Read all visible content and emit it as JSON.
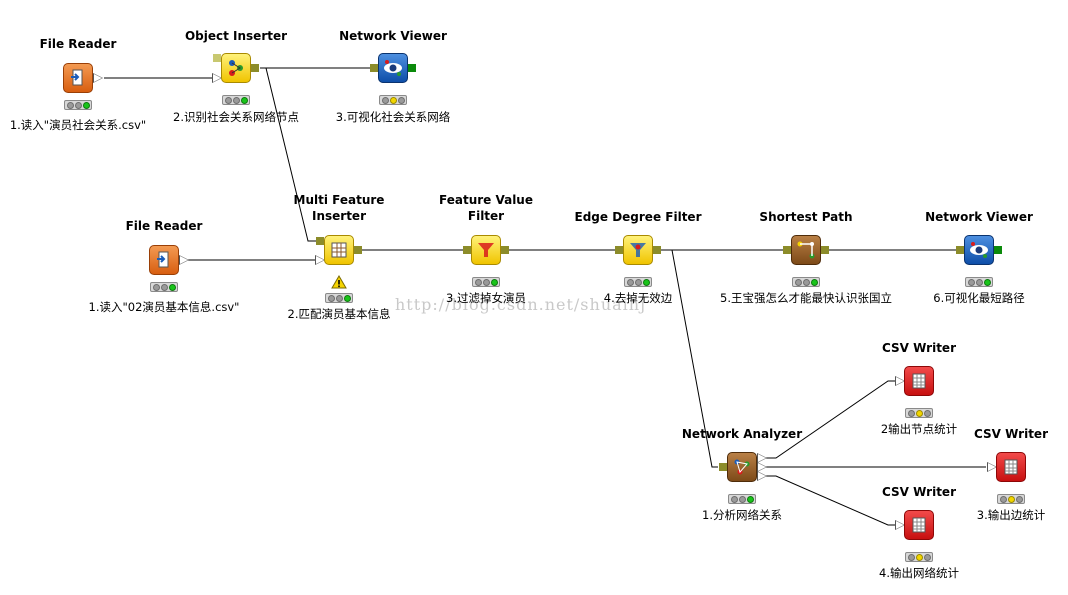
{
  "watermark": "http://blog.csdn.net/shuaihj",
  "colors": {
    "edge": "#000000",
    "port": "#8c8c2a",
    "reader": "#e06a1a",
    "writer": "#d81c1c",
    "manipulator": "#f5d400",
    "viewer": "#1a5cb8",
    "learner": "#8b5a2b",
    "status_green": "#19c41a",
    "status_yellow": "#f2d600"
  },
  "nodes": [
    {
      "id": "file-reader-1",
      "title": "File Reader",
      "label": "1.读入\"演员社会关系.csv\"",
      "icon": "file-reader-icon",
      "status": "green"
    },
    {
      "id": "object-inserter",
      "title": "Object Inserter",
      "label": "2.识别社会关系网络节点",
      "icon": "object-inserter-icon",
      "status": "green"
    },
    {
      "id": "network-viewer-1",
      "title": "Network Viewer",
      "label": "3.可视化社会关系网络",
      "icon": "network-viewer-icon",
      "status": "yellow"
    },
    {
      "id": "file-reader-2",
      "title": "File Reader",
      "label": "1.读入\"02演员基本信息.csv\"",
      "icon": "file-reader-icon",
      "status": "green"
    },
    {
      "id": "multi-feature-inserter",
      "title": "Multi Feature\nInserter",
      "label": "2.匹配演员基本信息",
      "icon": "multi-feature-inserter-icon",
      "status": "green",
      "warning": true
    },
    {
      "id": "feature-value-filter",
      "title": "Feature Value\nFilter",
      "label": "3.过滤掉女演员",
      "icon": "feature-value-filter-icon",
      "status": "green"
    },
    {
      "id": "edge-degree-filter",
      "title": "Edge Degree Filter",
      "label": "4.去掉无效边",
      "icon": "edge-degree-filter-icon",
      "status": "green"
    },
    {
      "id": "shortest-path",
      "title": "Shortest Path",
      "label": "5.王宝强怎么才能最快认识张国立",
      "icon": "shortest-path-icon",
      "status": "green"
    },
    {
      "id": "network-viewer-2",
      "title": "Network Viewer",
      "label": "6.可视化最短路径",
      "icon": "network-viewer-icon",
      "status": "green"
    },
    {
      "id": "network-analyzer",
      "title": "Network Analyzer",
      "label": "1.分析网络关系",
      "icon": "network-analyzer-icon",
      "status": "green"
    },
    {
      "id": "csv-writer-1",
      "title": "CSV Writer",
      "label": "2输出节点统计",
      "icon": "csv-writer-icon",
      "status": "yellow"
    },
    {
      "id": "csv-writer-2",
      "title": "CSV Writer",
      "label": "3.输出边统计",
      "icon": "csv-writer-icon",
      "status": "yellow"
    },
    {
      "id": "csv-writer-3",
      "title": "CSV Writer",
      "label": "4.输出网络统计",
      "icon": "csv-writer-icon",
      "status": "yellow"
    }
  ],
  "edges": [
    {
      "from": "file-reader-1",
      "to": "object-inserter"
    },
    {
      "from": "object-inserter",
      "to": "network-viewer-1"
    },
    {
      "from": "object-inserter",
      "to": "multi-feature-inserter"
    },
    {
      "from": "file-reader-2",
      "to": "multi-feature-inserter"
    },
    {
      "from": "multi-feature-inserter",
      "to": "feature-value-filter"
    },
    {
      "from": "feature-value-filter",
      "to": "edge-degree-filter"
    },
    {
      "from": "edge-degree-filter",
      "to": "shortest-path"
    },
    {
      "from": "shortest-path",
      "to": "network-viewer-2"
    },
    {
      "from": "edge-degree-filter",
      "to": "network-analyzer"
    },
    {
      "from": "network-analyzer",
      "to": "csv-writer-1"
    },
    {
      "from": "network-analyzer",
      "to": "csv-writer-2"
    },
    {
      "from": "network-analyzer",
      "to": "csv-writer-3"
    }
  ]
}
